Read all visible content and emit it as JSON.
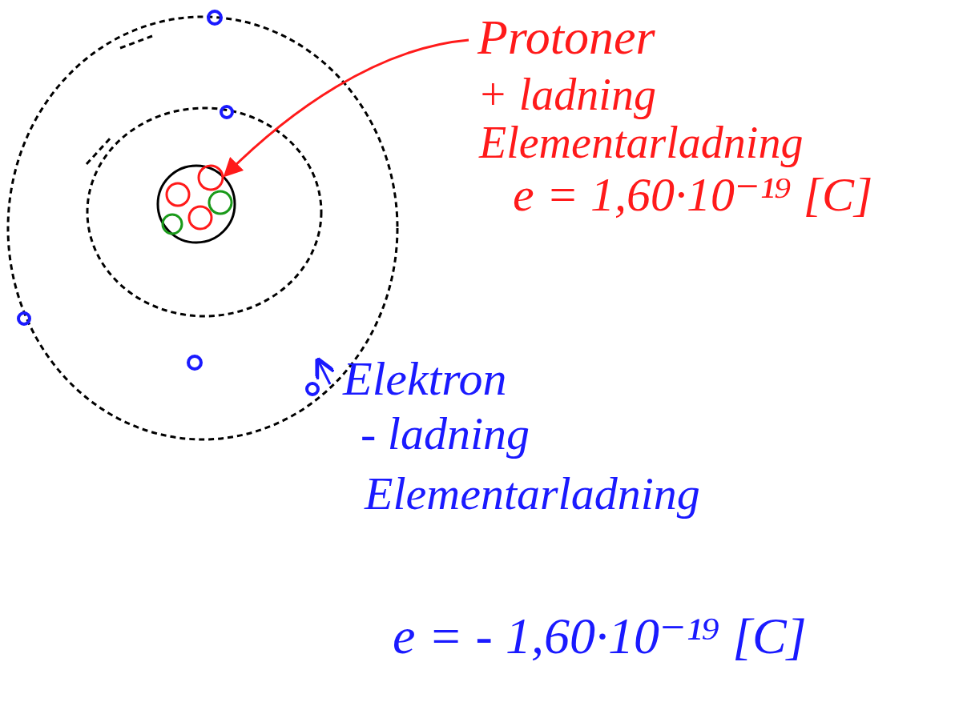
{
  "diagram": {
    "labels": [
      "Protoner",
      "+ ladning",
      "Elementarladning",
      "e = 1,60·10⁻¹⁹ [C]",
      "Elektron",
      "- ladning",
      "Elementarladning",
      "e = - 1,60·10⁻¹⁹ [C]"
    ]
  }
}
